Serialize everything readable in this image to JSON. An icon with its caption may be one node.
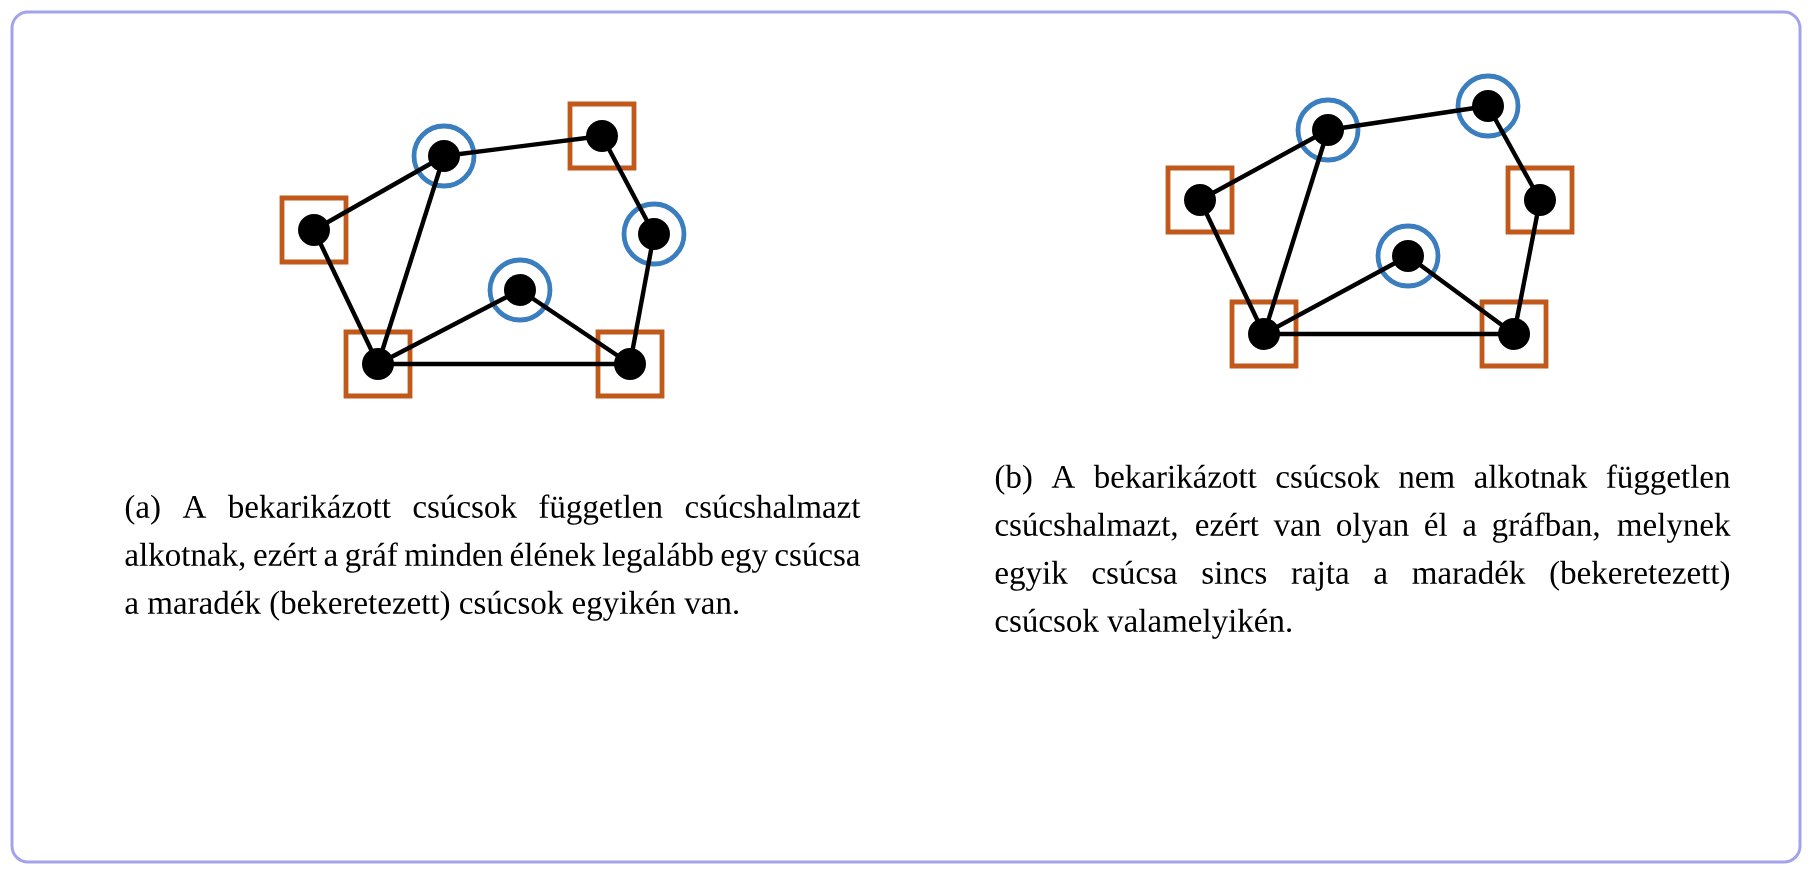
{
  "diagram": {
    "nodes": [
      {
        "text": [],
        "shape": "box"
      },
      {
        "text": [],
        "shape": "circle"
      },
      {
        "text": [],
        "shape": "box"
      },
      {
        "text": [],
        "shape": "circle"
      },
      {
        "text": [],
        "shape": "circle"
      },
      {
        "text": [],
        "shape": "box"
      },
      {
        "text": [],
        "shape": "box"
      },
      {
        "text": [],
        "shape": "box"
      },
      {
        "text": [],
        "shape": "circle"
      },
      {
        "text": [],
        "shape": "circle"
      },
      {
        "text": [],
        "shape": "box"
      },
      {
        "text": [],
        "shape": "circle"
      },
      {
        "text": [],
        "shape": "box"
      },
      {
        "text": [],
        "shape": "box"
      }
    ],
    "edges": [
      {
        "from": 0,
        "to": 1,
        "arrow": "none"
      },
      {
        "from": 1,
        "to": 2,
        "arrow": "none"
      },
      {
        "from": 2,
        "to": 3,
        "arrow": "none"
      },
      {
        "from": 3,
        "to": 6,
        "arrow": "none"
      },
      {
        "from": 0,
        "to": 5,
        "arrow": "none"
      },
      {
        "from": 1,
        "to": 5,
        "arrow": "none"
      },
      {
        "from": 5,
        "to": 4,
        "arrow": "none"
      },
      {
        "from": 4,
        "to": 6,
        "arrow": "none"
      },
      {
        "from": 5,
        "to": 6,
        "arrow": "none"
      },
      {
        "from": 7,
        "to": 8,
        "arrow": "none"
      },
      {
        "from": 8,
        "to": 9,
        "arrow": "none"
      },
      {
        "from": 9,
        "to": 10,
        "arrow": "none"
      },
      {
        "from": 10,
        "to": 13,
        "arrow": "none"
      },
      {
        "from": 7,
        "to": 12,
        "arrow": "none"
      },
      {
        "from": 8,
        "to": 12,
        "arrow": "none"
      },
      {
        "from": 12,
        "to": 11,
        "arrow": "none"
      },
      {
        "from": 11,
        "to": 13,
        "arrow": "none"
      },
      {
        "from": 12,
        "to": 13,
        "arrow": "none"
      }
    ],
    "labels": [
      "(a) A bekarikázott csúcsok független csúcshalmazt alkotnak, ezért a gráf minden élének legalább egy csúcsa a maradék (bekeretezett) csúcsok egyikén van.",
      "(b) A bekarikázott csúcsok nem alkotnak független csúcshalmazt, ezért van olyan él a gráfban, melynek egyik csúcsa sincs rajta a maradék (bekeretezett) csúcsok valamelyikén."
    ]
  }
}
